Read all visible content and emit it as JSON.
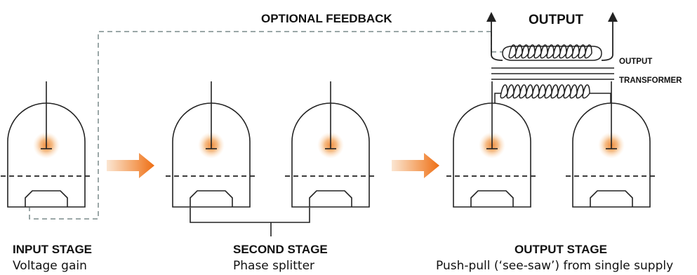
{
  "labels": {
    "optional_feedback": "OPTIONAL FEEDBACK",
    "output": "OUTPUT",
    "output_transformer_line1": "OUTPUT",
    "output_transformer_line2": "TRANSFORMER"
  },
  "stages": [
    {
      "title": "INPUT STAGE",
      "subtitle": "Voltage gain"
    },
    {
      "title": "SECOND STAGE",
      "subtitle": "Phase splitter"
    },
    {
      "title": "OUTPUT STAGE",
      "subtitle": "Push-pull (‘see-saw’) from single supply"
    }
  ],
  "icons": {
    "tube": "vacuum-tube-icon",
    "arrow": "orange-gradient-arrow-icon",
    "coil": "coil-winding-icon"
  },
  "colors": {
    "line": "#222222",
    "feedback": "#7a8a8a",
    "glow": "#f2a860",
    "arrow": "#f07a20"
  }
}
